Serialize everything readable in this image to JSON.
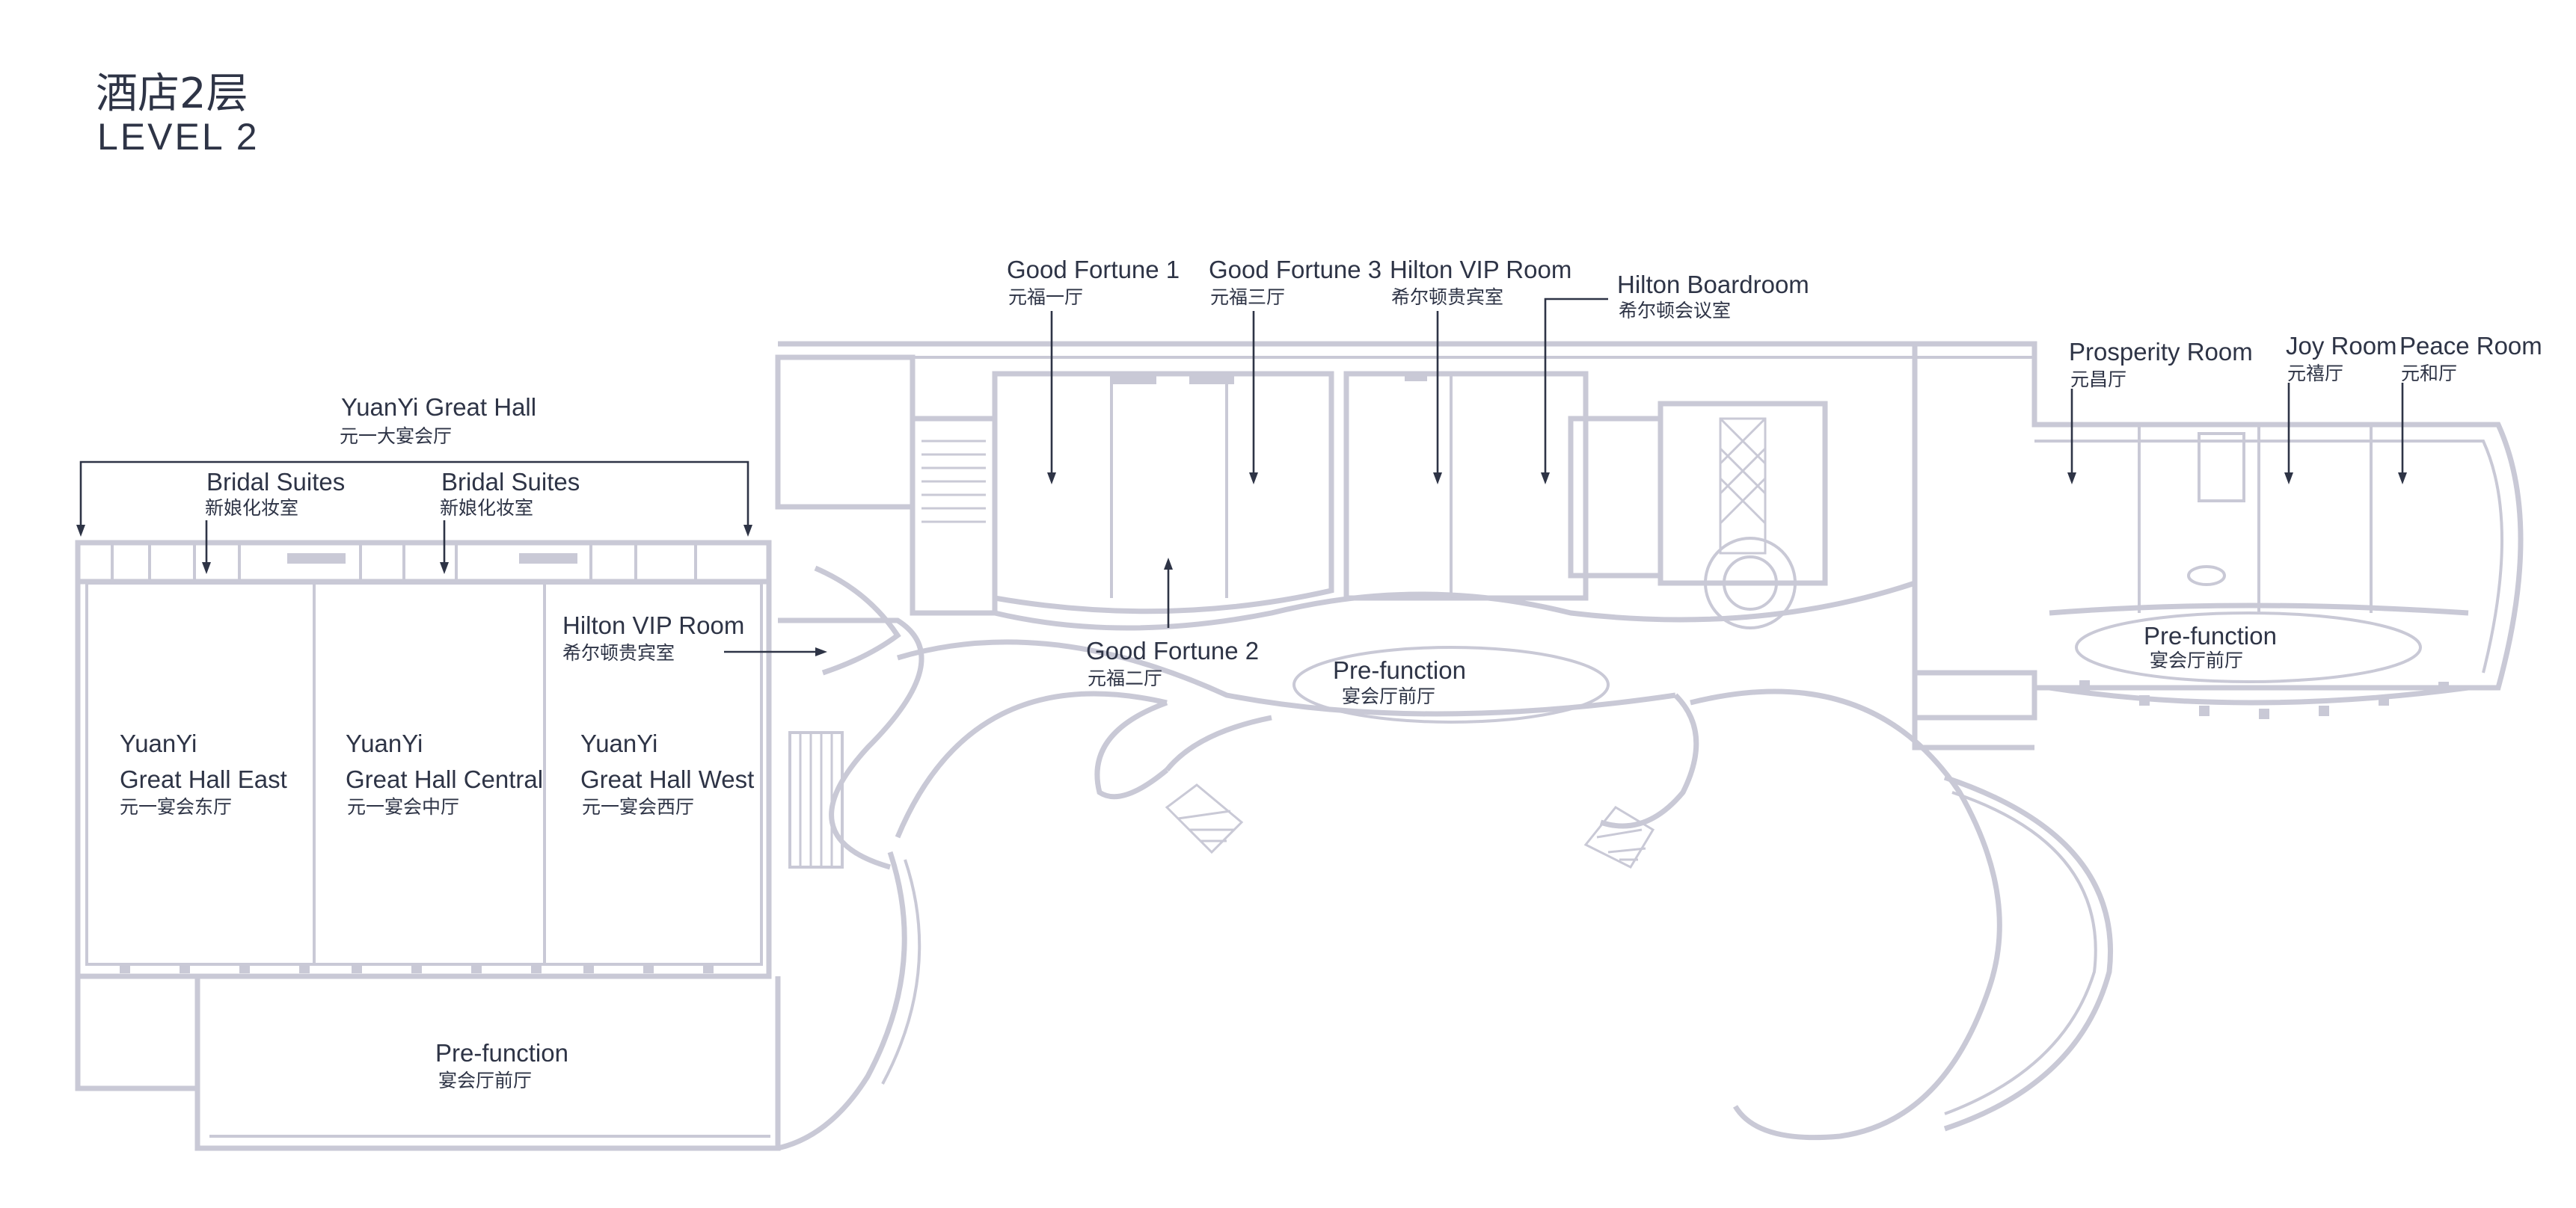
{
  "page": {
    "title_cn": "酒店2层",
    "title_en": "LEVEL 2"
  },
  "labels": {
    "good_fortune_1": {
      "en": "Good Fortune 1",
      "cn": "元福一厅"
    },
    "good_fortune_3": {
      "en": "Good Fortune 3",
      "cn": "元福三厅"
    },
    "hilton_vip_top": {
      "en": "Hilton VIP Room",
      "cn": "希尔顿贵宾室"
    },
    "hilton_boardroom": {
      "en": "Hilton Boardroom",
      "cn": "希尔顿会议室"
    },
    "prosperity_room": {
      "en": "Prosperity Room",
      "cn": "元昌厅"
    },
    "joy_room": {
      "en": "Joy Room",
      "cn": "元禧厅"
    },
    "peace_room": {
      "en": "Peace Room",
      "cn": "元和厅"
    },
    "yuanyi_great_hall": {
      "en": "YuanYi Great Hall",
      "cn": "元一大宴会厅"
    },
    "bridal_suites_1": {
      "en": "Bridal Suites",
      "cn": "新娘化妆室"
    },
    "bridal_suites_2": {
      "en": "Bridal Suites",
      "cn": "新娘化妆室"
    },
    "hilton_vip_left": {
      "en": "Hilton VIP Room",
      "cn": "希尔顿贵宾室"
    },
    "good_fortune_2": {
      "en": "Good Fortune 2",
      "cn": "元福二厅"
    },
    "prefunction_center": {
      "en": "Pre-function",
      "cn": "宴会厅前厅"
    },
    "prefunction_right": {
      "en": "Pre-function",
      "cn": "宴会厅前厅"
    },
    "prefunction_bottom": {
      "en": "Pre-function",
      "cn": "宴会厅前厅"
    },
    "great_hall_east": {
      "en1": "YuanYi",
      "en2": "Great Hall East",
      "cn": "元一宴会东厅"
    },
    "great_hall_central": {
      "en1": "YuanYi",
      "en2": "Great Hall Central",
      "cn": "元一宴会中厅"
    },
    "great_hall_west": {
      "en1": "YuanYi",
      "en2": "Great Hall West",
      "cn": "元一宴会西厅"
    }
  },
  "colors": {
    "wall": "#c9c9d6",
    "text": "#2e3446",
    "background": "#ffffff"
  }
}
